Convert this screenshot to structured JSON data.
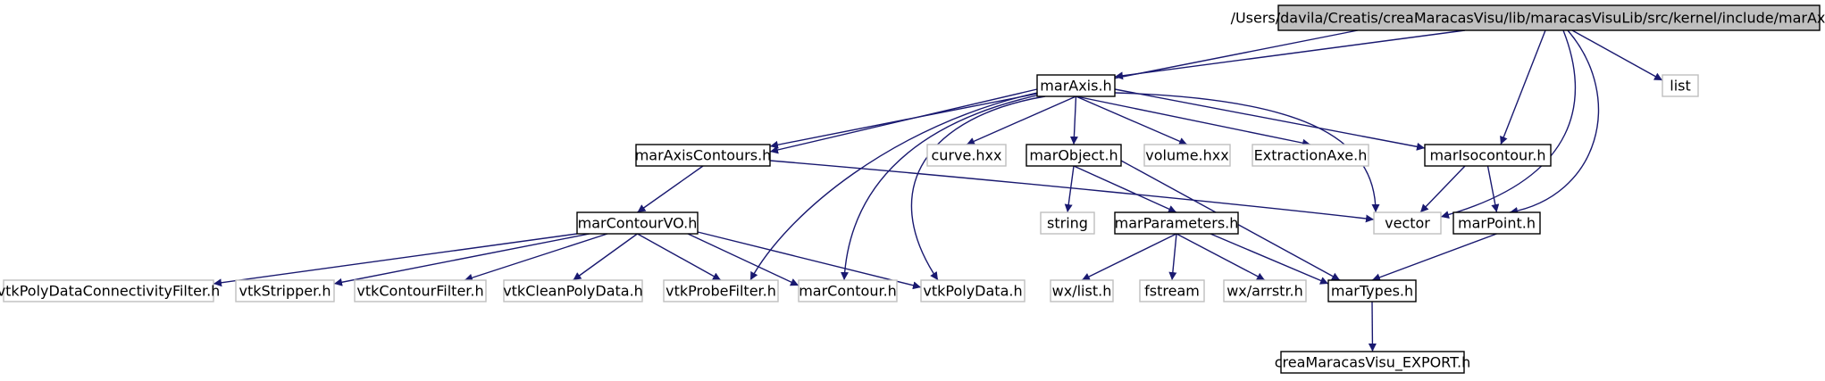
{
  "diagram": {
    "colors": {
      "edge": "#191970",
      "root_fill": "#bfbfbf",
      "root_border": "#000000",
      "documented_fill": "#ffffff",
      "documented_border": "#000000",
      "external_fill": "#ffffff",
      "external_border": "#bfbfbf"
    },
    "nodes": [
      {
        "id": "root",
        "label": "/Users/davila/Creatis/creaMaracasVisu/lib/maracasVisuLib/src/kernel/include/marAxisCT.h",
        "kind": "root"
      },
      {
        "id": "marAxis",
        "label": "marAxis.h",
        "kind": "documented"
      },
      {
        "id": "list",
        "label": "list",
        "kind": "external"
      },
      {
        "id": "marAxisContours",
        "label": "marAxisContours.h",
        "kind": "documented"
      },
      {
        "id": "curve",
        "label": "curve.hxx",
        "kind": "external"
      },
      {
        "id": "marObject",
        "label": "marObject.h",
        "kind": "documented"
      },
      {
        "id": "volume",
        "label": "volume.hxx",
        "kind": "external"
      },
      {
        "id": "ExtractionAxe",
        "label": "ExtractionAxe.h",
        "kind": "external"
      },
      {
        "id": "marIsocontour",
        "label": "marIsocontour.h",
        "kind": "documented"
      },
      {
        "id": "marContourVO",
        "label": "marContourVO.h",
        "kind": "documented"
      },
      {
        "id": "string",
        "label": "string",
        "kind": "external"
      },
      {
        "id": "marParameters",
        "label": "marParameters.h",
        "kind": "documented"
      },
      {
        "id": "vector",
        "label": "vector",
        "kind": "external"
      },
      {
        "id": "marPoint",
        "label": "marPoint.h",
        "kind": "documented"
      },
      {
        "id": "vtkPolyDataConnectivityFilter",
        "label": "vtkPolyDataConnectivityFilter.h",
        "kind": "external"
      },
      {
        "id": "vtkStripper",
        "label": "vtkStripper.h",
        "kind": "external"
      },
      {
        "id": "vtkContourFilter",
        "label": "vtkContourFilter.h",
        "kind": "external"
      },
      {
        "id": "vtkCleanPolyData",
        "label": "vtkCleanPolyData.h",
        "kind": "external"
      },
      {
        "id": "vtkProbeFilter",
        "label": "vtkProbeFilter.h",
        "kind": "external"
      },
      {
        "id": "marContour",
        "label": "marContour.h",
        "kind": "external"
      },
      {
        "id": "vtkPolyData",
        "label": "vtkPolyData.h",
        "kind": "external"
      },
      {
        "id": "wxlist",
        "label": "wx/list.h",
        "kind": "external"
      },
      {
        "id": "fstream",
        "label": "fstream",
        "kind": "external"
      },
      {
        "id": "wxarrstr",
        "label": "wx/arrstr.h",
        "kind": "external"
      },
      {
        "id": "marTypes",
        "label": "marTypes.h",
        "kind": "documented"
      },
      {
        "id": "EXPORT",
        "label": "creaMaracasVisu_EXPORT.h",
        "kind": "documented"
      }
    ],
    "edges": [
      [
        "root",
        "marAxis"
      ],
      [
        "root",
        "marAxisContours"
      ],
      [
        "root",
        "marIsocontour"
      ],
      [
        "root",
        "vector"
      ],
      [
        "root",
        "marPoint"
      ],
      [
        "root",
        "list"
      ],
      [
        "marAxis",
        "marAxisContours"
      ],
      [
        "marAxis",
        "curve"
      ],
      [
        "marAxis",
        "marObject"
      ],
      [
        "marAxis",
        "volume"
      ],
      [
        "marAxis",
        "ExtractionAxe"
      ],
      [
        "marAxis",
        "marIsocontour"
      ],
      [
        "marAxis",
        "vector"
      ],
      [
        "marAxis",
        "vtkProbeFilter"
      ],
      [
        "marAxis",
        "marContour"
      ],
      [
        "marAxis",
        "vtkPolyData"
      ],
      [
        "marAxisContours",
        "marContourVO"
      ],
      [
        "marAxisContours",
        "vector"
      ],
      [
        "marContourVO",
        "vtkPolyDataConnectivityFilter"
      ],
      [
        "marContourVO",
        "vtkStripper"
      ],
      [
        "marContourVO",
        "vtkContourFilter"
      ],
      [
        "marContourVO",
        "vtkCleanPolyData"
      ],
      [
        "marContourVO",
        "vtkProbeFilter"
      ],
      [
        "marContourVO",
        "marContour"
      ],
      [
        "marContourVO",
        "vtkPolyData"
      ],
      [
        "marObject",
        "string"
      ],
      [
        "marObject",
        "marParameters"
      ],
      [
        "marObject",
        "marTypes"
      ],
      [
        "marParameters",
        "wxlist"
      ],
      [
        "marParameters",
        "fstream"
      ],
      [
        "marParameters",
        "wxarrstr"
      ],
      [
        "marParameters",
        "marTypes"
      ],
      [
        "marIsocontour",
        "vector"
      ],
      [
        "marIsocontour",
        "marPoint"
      ],
      [
        "marPoint",
        "marTypes"
      ],
      [
        "marTypes",
        "EXPORT"
      ]
    ]
  }
}
